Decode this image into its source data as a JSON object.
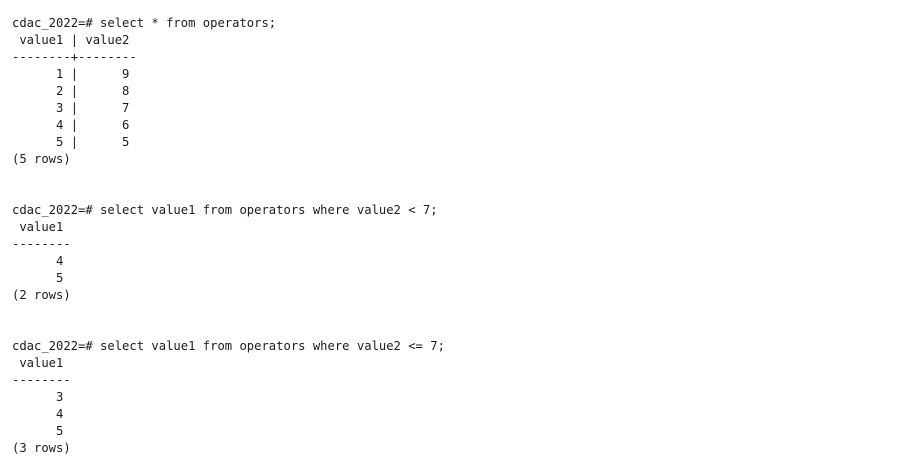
{
  "terminal": {
    "lines": [
      "cdac_2022=# select * from operators;",
      " value1 | value2",
      "--------+--------",
      "      1 |      9",
      "      2 |      8",
      "      3 |      7",
      "      4 |      6",
      "      5 |      5",
      "(5 rows)",
      "",
      "",
      "cdac_2022=# select value1 from operators where value2 < 7;",
      " value1",
      "--------",
      "      4",
      "      5",
      "(2 rows)",
      "",
      "",
      "cdac_2022=# select value1 from operators where value2 <= 7;",
      " value1",
      "--------",
      "      3",
      "      4",
      "      5",
      "(3 rows)"
    ]
  }
}
